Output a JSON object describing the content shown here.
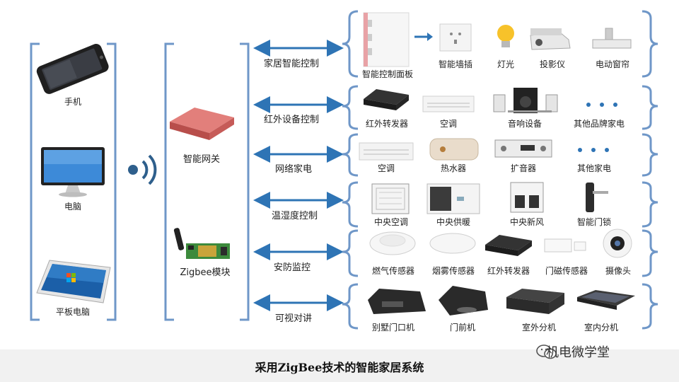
{
  "left_devices": [
    {
      "id": "phone",
      "label": "手机",
      "icon": "smartphone-icon"
    },
    {
      "id": "pc",
      "label": "电脑",
      "icon": "monitor-icon"
    },
    {
      "id": "tablet",
      "label": "平板电脑",
      "icon": "tablet-icon"
    }
  ],
  "signal_icon": "wireless-signal-icon",
  "gateway": {
    "label": "智能网关",
    "icon": "gateway-box-icon"
  },
  "module": {
    "label": "Zigbee模块",
    "icon": "zigbee-module-icon"
  },
  "categories": [
    {
      "label": "家居智能控制",
      "items": [
        "智能控制面板",
        "智能墙插",
        "灯光",
        "投影仪",
        "电动窗帘"
      ]
    },
    {
      "label": "红外设备控制",
      "items": [
        "红外转发器",
        "空调",
        "音响设备",
        "其他品牌家电"
      ]
    },
    {
      "label": "网络家电",
      "items": [
        "空调",
        "热水器",
        "扩音器",
        "其他家电"
      ]
    },
    {
      "label": "温湿度控制",
      "items": [
        "中央空调",
        "中央供暖",
        "中央新风",
        "智能门锁"
      ]
    },
    {
      "label": "安防监控",
      "items": [
        "燃气传感器",
        "烟雾传感器",
        "红外转发器",
        "门磁传感器",
        "摄像头"
      ]
    },
    {
      "label": "可视对讲",
      "items": [
        "别墅门口机",
        "门前机",
        "室外分机",
        "室内分机"
      ]
    }
  ],
  "caption": "采用ZigBee技术的智能家居系统",
  "brand": "机电微学堂",
  "colors": {
    "bracket": "#6f97c8",
    "arrow": "#2e74b5",
    "gateway": "#d66a67",
    "module_board": "#3c8a3c"
  }
}
